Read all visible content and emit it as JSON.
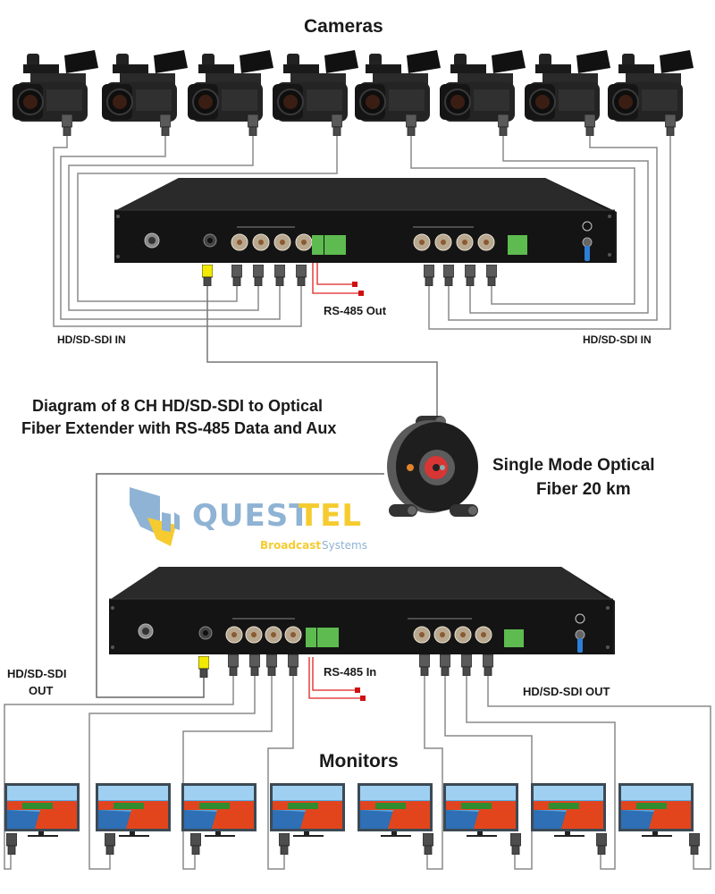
{
  "title_cameras": "Cameras",
  "title_monitors": "Monitors",
  "diagram_caption": {
    "line1": "Diagram of 8 CH HD/SD-SDI to Optical",
    "line2": "Fiber Extender with RS-485 Data and Aux"
  },
  "fiber_label": {
    "line1": "Single Mode Optical",
    "line2": "Fiber 20 km"
  },
  "transmitter": {
    "sdi_in_left_label": "HD/SD-SDI IN",
    "sdi_in_right_label": "HD/SD-SDI IN",
    "rs485_label": "RS-485 Out"
  },
  "receiver": {
    "sdi_out_left_label_line1": "HD/SD-SDI",
    "sdi_out_left_label_line2": "OUT",
    "sdi_out_right_label": "HD/SD-SDI OUT",
    "rs485_label": "RS-485 In"
  },
  "logo": {
    "name_part1": "QUEST",
    "name_part2": "TEL",
    "tagline_part1": "Broadcast",
    "tagline_part2": "Systems"
  },
  "camera_count": 8,
  "monitor_count": 8,
  "colors": {
    "wire": "#8a8a8a",
    "wire_dark": "#555555",
    "rs485_wire": "#e02020",
    "fiber_connector": "#f2ea00",
    "terminal_block": "#5dbb4f",
    "logo_blue": "#8fb3d4",
    "logo_yellow": "#f6cb2f"
  }
}
